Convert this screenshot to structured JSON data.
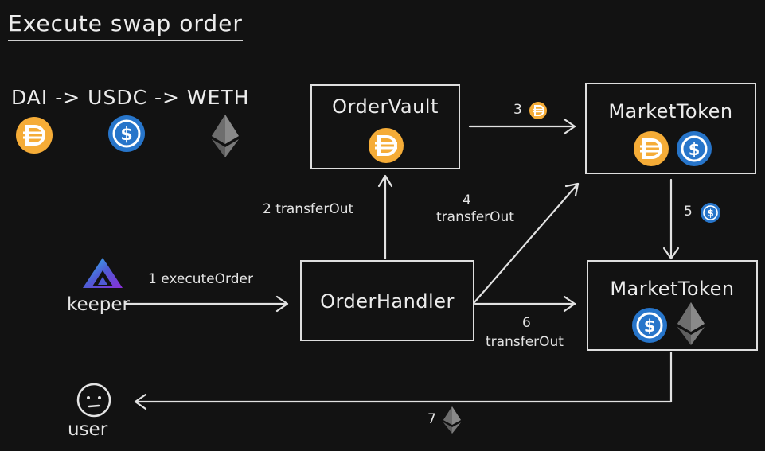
{
  "title": "Execute swap order",
  "route": "DAI -> USDC -> WETH",
  "route_tokens": [
    "dai-icon",
    "usdc-icon",
    "eth-icon"
  ],
  "nodes": {
    "order_vault": "OrderVault",
    "market_token_1": "MarketToken",
    "order_handler": "OrderHandler",
    "market_token_2": "MarketToken",
    "keeper": "keeper",
    "user": "user"
  },
  "steps": {
    "s1": "1 executeOrder",
    "s2": "2 transferOut",
    "s3": "3",
    "s4_num": "4",
    "s4_text": "transferOut",
    "s5": "5",
    "s6_num": "6",
    "s6_text": "transferOut",
    "s7": "7"
  },
  "colors": {
    "background": "#121212",
    "dai": "#F5AC37",
    "usdc": "#2775CA",
    "eth": "#8c8c8c",
    "keeper_logo": "#4f5bd5"
  }
}
